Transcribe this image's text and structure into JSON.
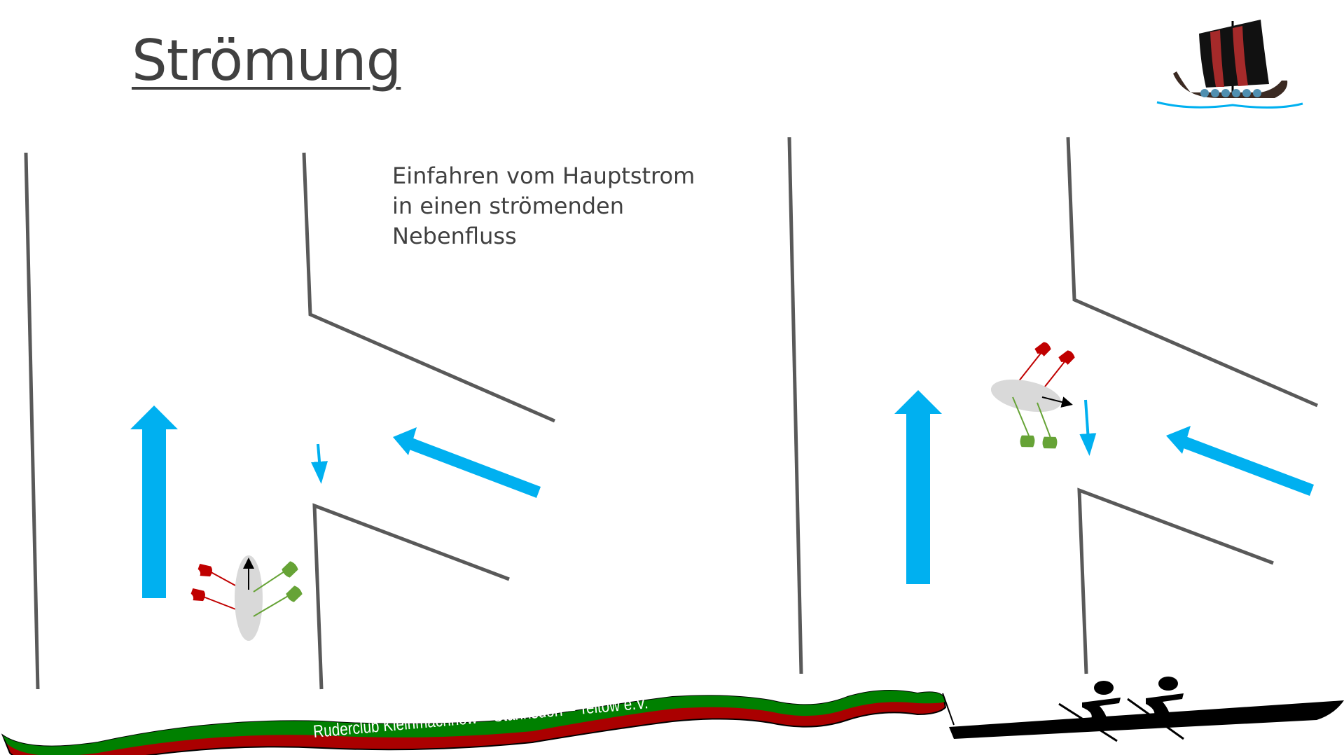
{
  "slide": {
    "title": "Strömung",
    "caption_lines": [
      "Einfahren vom Hauptstrom",
      "in einen strömenden",
      "Nebenfluss"
    ]
  },
  "footer": {
    "banner_text": "Ruderclub   Kleinmachnow – Stahnsdorf – Teltow  e.V.",
    "banner_colors": {
      "green": "#008000",
      "red": "#aa0000"
    }
  },
  "colors": {
    "current_arrow": "#00b0f0",
    "bank_line": "#595959",
    "boat": "#d9d9d9",
    "oar_port": "#c00000",
    "oar_starboard": "#66a336"
  },
  "icons": [
    "viking-ship-logo",
    "rowing-double-icon",
    "current-arrow",
    "boat-direction-arrow"
  ]
}
